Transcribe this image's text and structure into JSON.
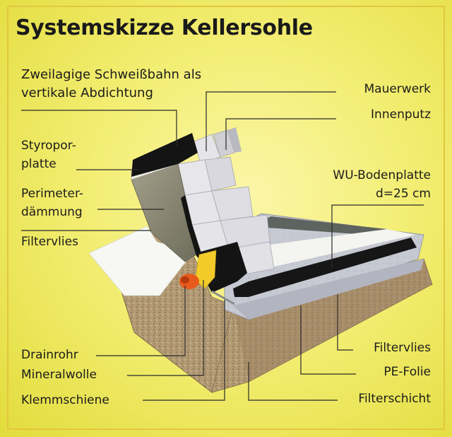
{
  "title": "Systemskizze Kellersohle",
  "labels": {
    "schweissbahn_line1": "Zweilagige Schweißbahn als",
    "schweissbahn_line2": "vertikale Abdichtung",
    "mauerwerk": "Mauerwerk",
    "innenputz": "Innenputz",
    "styropor_line1": "Styropor-",
    "styropor_line2": "platte",
    "wu_line1": "WU-Bodenplatte",
    "wu_line2": "d=25 cm",
    "perimeter_line1": "Perimeter-",
    "perimeter_line2": "dämmung",
    "filtervlies_left": "Filtervlies",
    "filtervlies_right": "Filtervlies",
    "drainrohr": "Drainrohr",
    "mineralwolle": "Mineralwolle",
    "pe_folie": "PE-Folie",
    "klemmschiene": "Klemmschiene",
    "filterschicht": "Filterschicht"
  },
  "colors": {
    "background": "#f3ee74",
    "frame": "#e4c640",
    "gravel": "#b39a74",
    "concrete": "#c6c8d2",
    "waterproofing": "#161616",
    "insulation_yellow": "#f2cb2a",
    "drain_pipe": "#e85a1c",
    "leader_line": "#2a2a2a"
  }
}
